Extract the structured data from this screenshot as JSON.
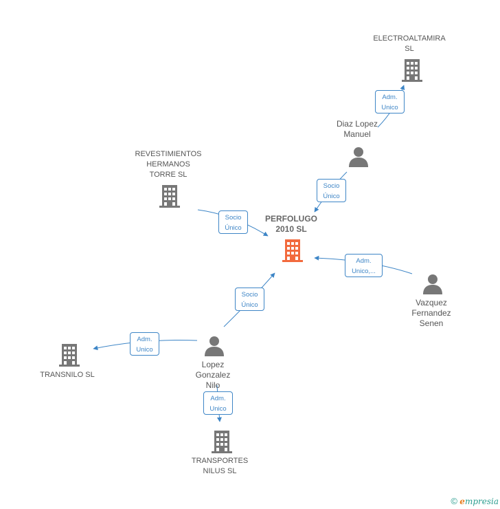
{
  "nodes": {
    "electroaltamira": {
      "label": "ELECTROALTAMIRA\nSL",
      "kind": "company"
    },
    "diaz_lopez": {
      "label": "Diaz Lopez\nManuel",
      "kind": "person"
    },
    "revestimientos": {
      "label": "REVESTIMIENTOS\nHERMANOS\nTORRE  SL",
      "kind": "company"
    },
    "perfolugo": {
      "label": "PERFOLUGO\n2010 SL",
      "kind": "company-main"
    },
    "vazquez": {
      "label": "Vazquez\nFernandez\nSenen",
      "kind": "person"
    },
    "lopez_gonzalez": {
      "label": "Lopez\nGonzalez\nNilo",
      "kind": "person"
    },
    "transnilo": {
      "label": "TRANSNILO SL",
      "kind": "company"
    },
    "transportes_nilus": {
      "label": "TRANSPORTES\nNILUS SL",
      "kind": "company"
    }
  },
  "edges": {
    "diaz_to_electro": "Adm.\nUnico",
    "diaz_to_perfolugo": "Socio\nÚnico",
    "revest_to_perfolugo": "Socio\nÚnico",
    "vazquez_to_perfolugo": "Adm.\nUnico,...",
    "lopez_to_perfolugo": "Socio\nÚnico",
    "lopez_to_transnilo": "Adm.\nUnico",
    "lopez_to_transportes": "Adm.\nUnico"
  },
  "colors": {
    "edge": "#3d85c6",
    "node_icon": "#777777",
    "main_icon": "#f26a3d",
    "label": "#555555"
  },
  "footer": {
    "copyright": "©",
    "brand_initial": "e",
    "brand_rest": "mpresia"
  }
}
